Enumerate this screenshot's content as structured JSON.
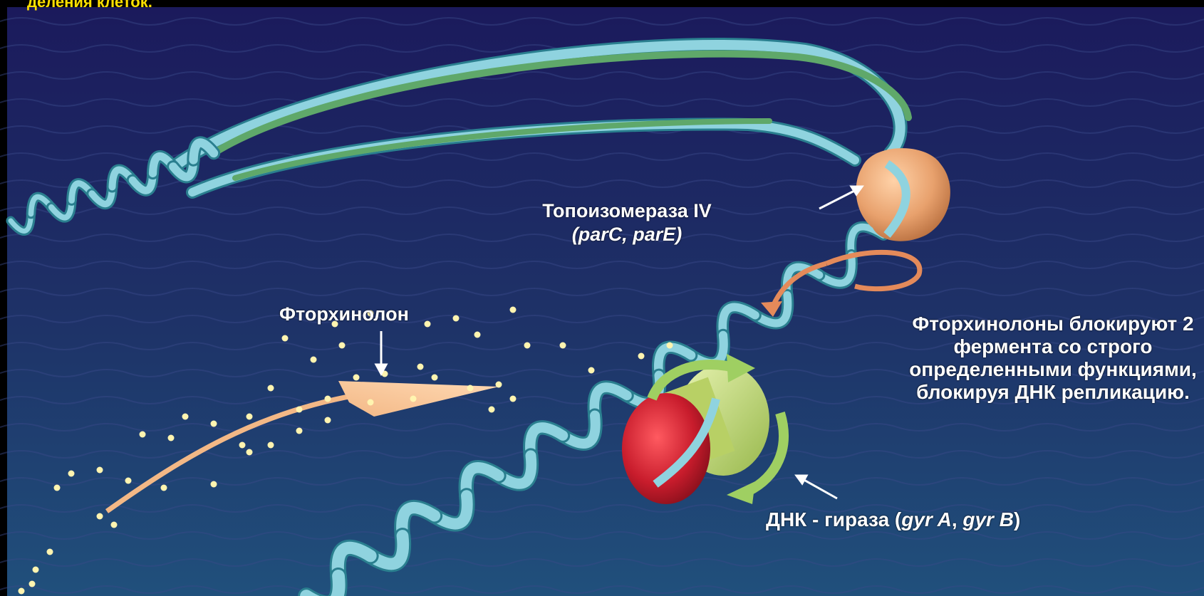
{
  "header": {
    "caption": "деления клеток."
  },
  "labels": {
    "topoisomerase_title": "Топоизомераза IV",
    "topoisomerase_genes": "(parC, parE)",
    "fluoroquinolone": "Фторхинолон",
    "description": "Фторхинолоны блокируют 2 фермента со строго определенными функциями, блокируя ДНК репликацию.",
    "gyrase_prefix": "ДНК - гираза (",
    "gyrase_gene_a": "gyr A",
    "gyrase_separator": ", ",
    "gyrase_gene_b": "gyr B",
    "gyrase_suffix": ")"
  },
  "colors": {
    "background_top": "#1c1b5e",
    "background_bottom": "#1f4a78",
    "dna_strand": "#8fd3df",
    "dna_strand_dark": "#2a7f8f",
    "dna_strand_green": "#5fa86a",
    "topoisomerase": "#e8a16d",
    "gyrase_red": "#c81c2c",
    "gyrase_green": "#c8e07a",
    "molecule_dots": "#fff4b0",
    "caption_yellow": "#ffe000"
  }
}
